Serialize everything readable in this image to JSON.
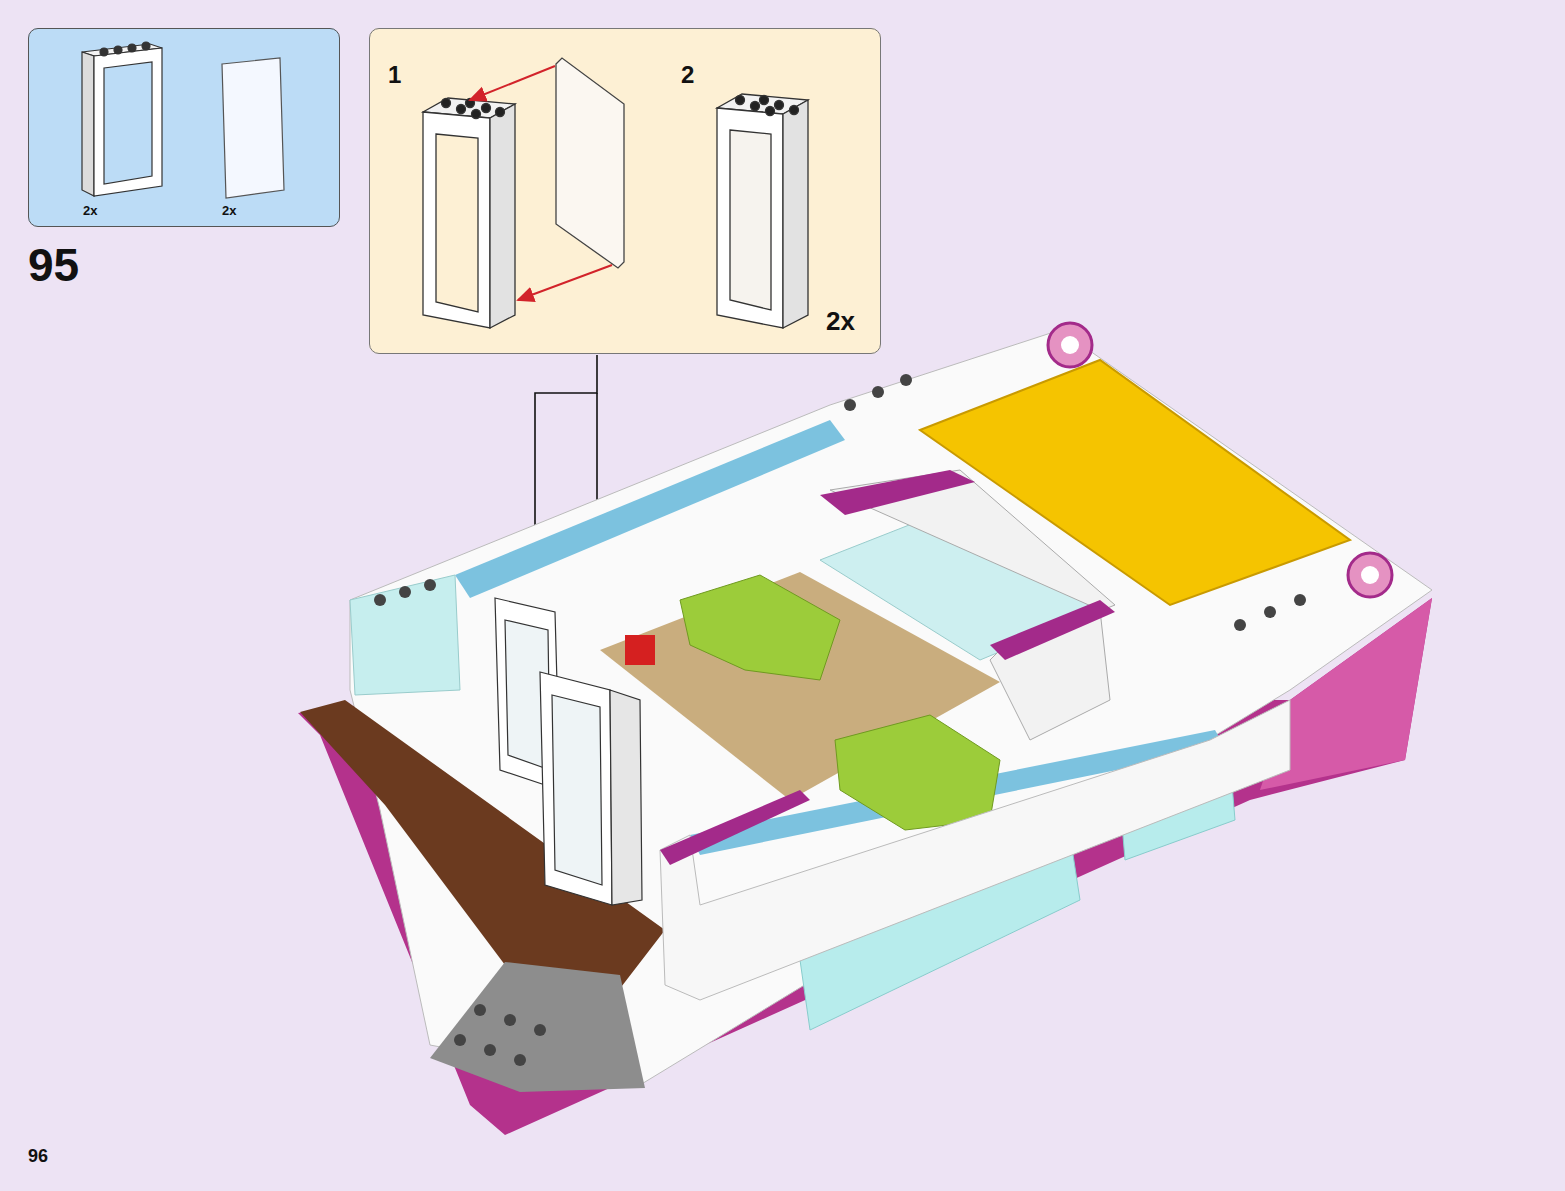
{
  "diagram": {
    "nodes": [
      {
        "text": [
          "2x",
          "2x"
        ]
      },
      {
        "text": [
          "1",
          "2",
          "2x"
        ]
      }
    ],
    "labels": [
      "95",
      "96"
    ]
  }
}
